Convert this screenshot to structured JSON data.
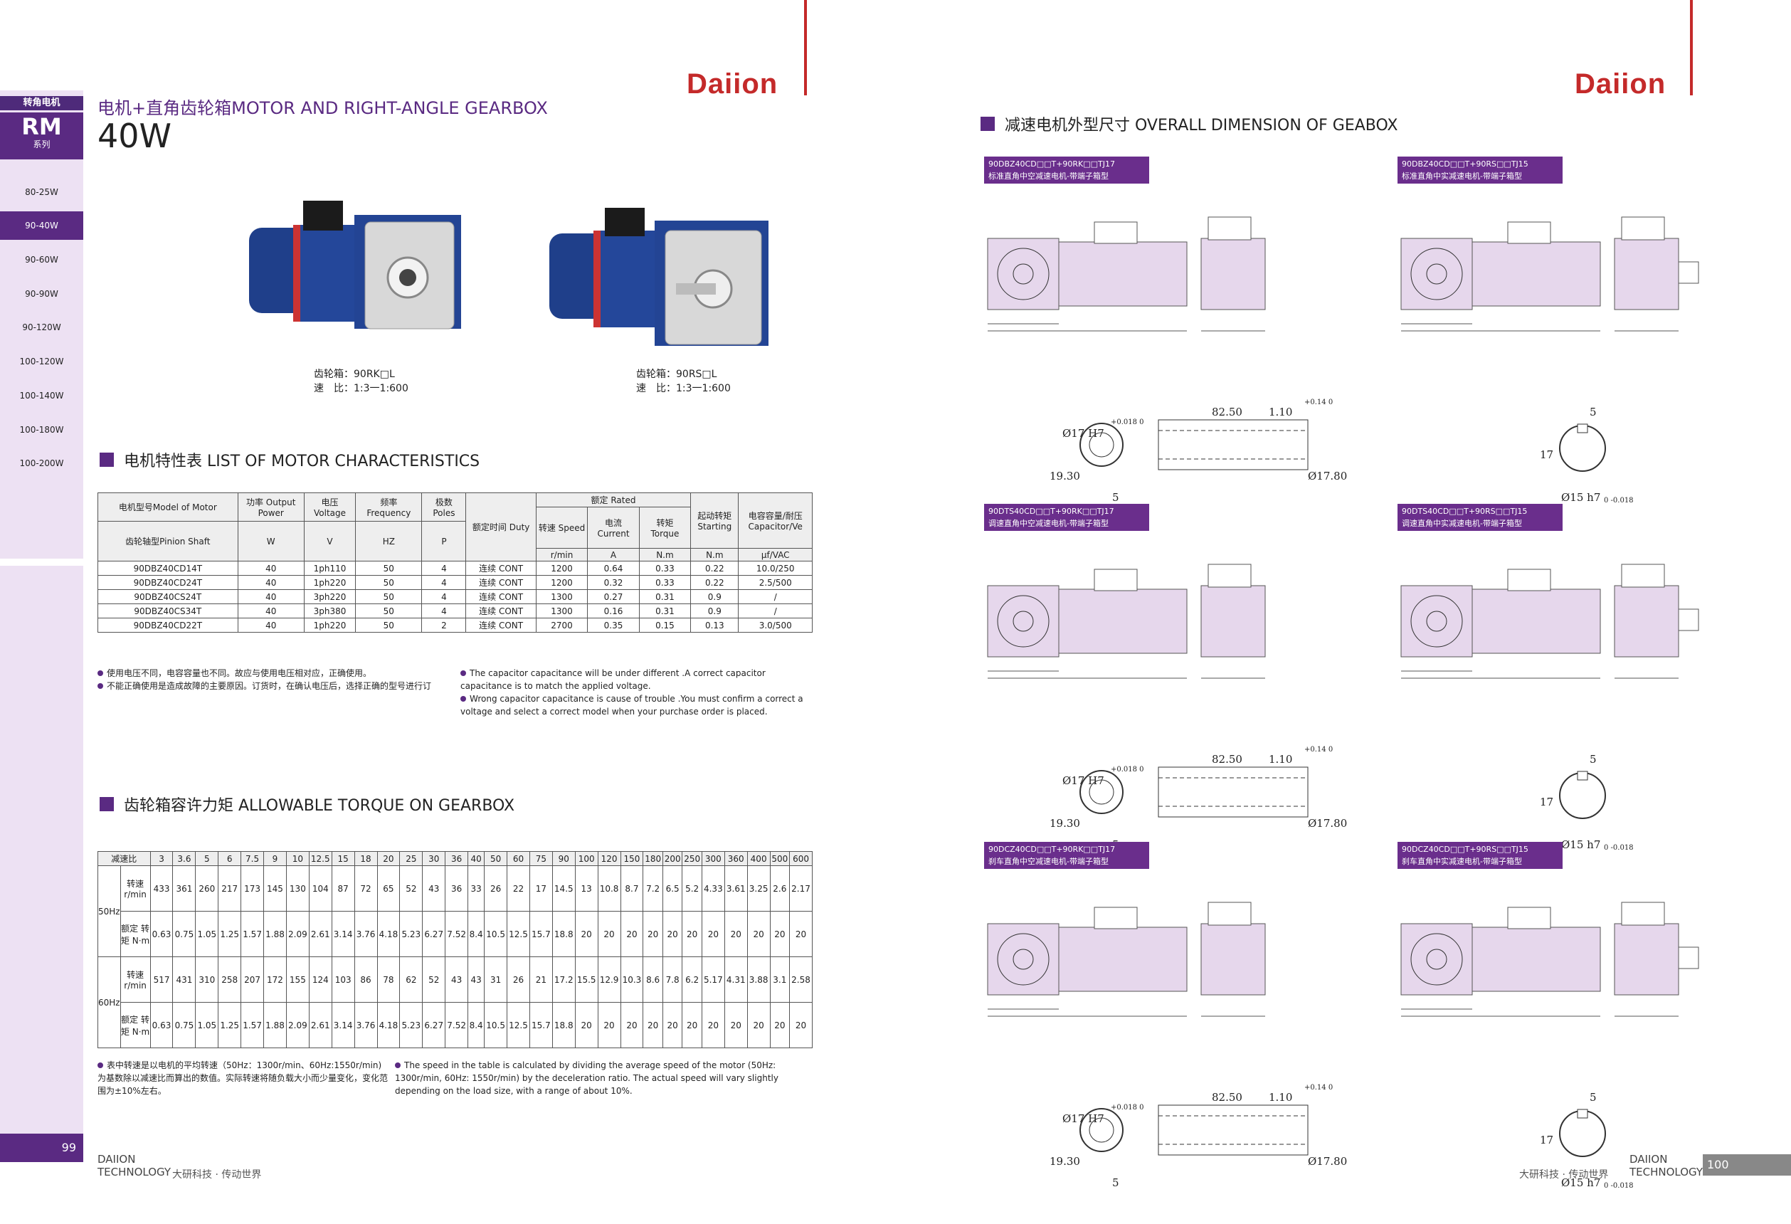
{
  "brand": "Daiion",
  "left_page": {
    "sidebar": {
      "category": "转角电机",
      "series_code": "RM",
      "series_label": "系列",
      "items": [
        "80-25W",
        "90-40W",
        "90-60W",
        "90-90W",
        "90-120W",
        "100-120W",
        "100-140W",
        "100-180W",
        "100-200W"
      ],
      "active_index": 1
    },
    "title": "电机+直角齿轮箱MOTOR AND RIGHT-ANGLE GEARBOX",
    "power": "40W",
    "motor_left_caption": [
      "齿轮箱：90RK□L",
      "速　比：1:3一1:600"
    ],
    "motor_right_caption": [
      "齿轮箱：90RS□L",
      "速　比：1:3一1:600"
    ],
    "section_characteristics": "电机特性表 LIST OF MOTOR CHARACTERISTICS",
    "characteristics": {
      "h_model": "电机型号Model of Motor",
      "h_pinion": "齿轮轴型Pinion Shaft",
      "h_power": "功率 Output Power",
      "h_voltage": "电压 Voltage",
      "h_freq": "频率 Frequency",
      "h_poles": "极数 Poles",
      "h_duty": "额定时间 Duty",
      "h_rated": "额定 Rated",
      "h_speed": "转速 Speed",
      "h_current": "电流 Current",
      "h_torque": "转矩 Torque",
      "h_starting": "起动转矩 Starting",
      "h_cap": "电容容量/耐压 Capacitor/Ve",
      "units": [
        "W",
        "V",
        "HZ",
        "P",
        "r/min",
        "A",
        "N.m",
        "N.m",
        "μf/VAC"
      ],
      "rows": [
        [
          "90DBZ40CD14T",
          "40",
          "1ph110",
          "50",
          "4",
          "连续 CONT",
          "1200",
          "0.64",
          "0.33",
          "0.22",
          "10.0/250"
        ],
        [
          "90DBZ40CD24T",
          "40",
          "1ph220",
          "50",
          "4",
          "连续 CONT",
          "1200",
          "0.32",
          "0.33",
          "0.22",
          "2.5/500"
        ],
        [
          "90DBZ40CS24T",
          "40",
          "3ph220",
          "50",
          "4",
          "连续 CONT",
          "1300",
          "0.27",
          "0.31",
          "0.9",
          "/"
        ],
        [
          "90DBZ40CS34T",
          "40",
          "3ph380",
          "50",
          "4",
          "连续 CONT",
          "1300",
          "0.16",
          "0.31",
          "0.9",
          "/"
        ],
        [
          "90DBZ40CD22T",
          "40",
          "1ph220",
          "50",
          "2",
          "连续 CONT",
          "2700",
          "0.35",
          "0.15",
          "0.13",
          "3.0/500"
        ]
      ]
    },
    "notes_cn": [
      "使用电压不同，电容容量也不同。故应与使用电压相对应，正确使用。",
      "不能正确使用是造成故障的主要原因。订货时，在确认电压后，选择正确的型号进行订"
    ],
    "notes_en": [
      "The capacitor capacitance will be under different .A correct capacitor capacitance is to match the applied voltage.",
      "Wrong capacitor capacitance is cause of trouble .You must confirm a correct a voltage and select a correct model when your purchase order is placed."
    ],
    "section_torque": "齿轮箱容许力矩 ALLOWABLE TORQUE ON GEARBOX",
    "torque": {
      "ratio_label": "减速比",
      "ratios": [
        "3",
        "3.6",
        "5",
        "6",
        "7.5",
        "9",
        "10",
        "12.5",
        "15",
        "18",
        "20",
        "25",
        "30",
        "36",
        "40",
        "50",
        "60",
        "75",
        "90",
        "100",
        "120",
        "150",
        "180",
        "200",
        "250",
        "300",
        "360",
        "400",
        "500",
        "600"
      ],
      "hz50": "50Hz",
      "hz60": "60Hz",
      "speed_label": "转速 r/min",
      "torque_label": "额定 转矩 N·m",
      "speed50": [
        "433",
        "361",
        "260",
        "217",
        "173",
        "145",
        "130",
        "104",
        "87",
        "72",
        "65",
        "52",
        "43",
        "36",
        "33",
        "26",
        "22",
        "17",
        "14.5",
        "13",
        "10.8",
        "8.7",
        "7.2",
        "6.5",
        "5.2",
        "4.33",
        "3.61",
        "3.25",
        "2.6",
        "2.17"
      ],
      "torque50": [
        "0.63",
        "0.75",
        "1.05",
        "1.25",
        "1.57",
        "1.88",
        "2.09",
        "2.61",
        "3.14",
        "3.76",
        "4.18",
        "5.23",
        "6.27",
        "7.52",
        "8.4",
        "10.5",
        "12.5",
        "15.7",
        "18.8",
        "20",
        "20",
        "20",
        "20",
        "20",
        "20",
        "20",
        "20",
        "20",
        "20",
        "20"
      ],
      "speed60": [
        "517",
        "431",
        "310",
        "258",
        "207",
        "172",
        "155",
        "124",
        "103",
        "86",
        "78",
        "62",
        "52",
        "43",
        "43",
        "31",
        "26",
        "21",
        "17.2",
        "15.5",
        "12.9",
        "10.3",
        "8.6",
        "7.8",
        "6.2",
        "5.17",
        "4.31",
        "3.88",
        "3.1",
        "2.58"
      ],
      "torque60": [
        "0.63",
        "0.75",
        "1.05",
        "1.25",
        "1.57",
        "1.88",
        "2.09",
        "2.61",
        "3.14",
        "3.76",
        "4.18",
        "5.23",
        "6.27",
        "7.52",
        "8.4",
        "10.5",
        "12.5",
        "15.7",
        "18.8",
        "20",
        "20",
        "20",
        "20",
        "20",
        "20",
        "20",
        "20",
        "20",
        "20",
        "20"
      ]
    },
    "notes2_cn": "表中转速是以电机的平均转速（50Hz：1300r/min、60Hz:1550r/min)为基数除以减速比而算出的数值。实际转速将随负载大小而少量变化，变化范围为±10%左右。",
    "notes2_en": "The speed in the table is calculated by dividing the average speed of the motor (50Hz: 1300r/min, 60Hz: 1550r/min) by the deceleration ratio. The actual speed will vary slightly depending on the load size, with a range of about 10%.",
    "page_number": "99",
    "footer_en": [
      "DAIION",
      "TECHNOLOGY"
    ],
    "footer_cn": "大研科技 · 传动世界"
  },
  "right_page": {
    "section_dimension": "减速电机外型尺寸 OVERALL DIMENSION OF GEABOX",
    "tags": [
      [
        "90DBZ40CD□□T+90RK□□TJ17",
        "标准直角中空减速电机-带端子箱型"
      ],
      [
        "90DBZ40CD□□T+90RS□□TJ15",
        "标准直角中实减速电机-带端子箱型"
      ],
      [
        "90DTS40CD□□T+90RK□□TJ17",
        "调速直角中空减速电机-带端子箱型"
      ],
      [
        "90DTS40CD□□T+90RS□□TJ15",
        "调速直角中实减速电机-带端子箱型"
      ],
      [
        "90DCZ40CD□□T+90RK□□TJ17",
        "刹车直角中空减速电机-带端子箱型"
      ],
      [
        "90DCZ40CD□□T+90RS□□TJ15",
        "刹车直角中实减速电机-带端子箱型"
      ]
    ],
    "hollow_dims": {
      "bore": "Ø17 H7",
      "tol": "+0.018 0",
      "len": "82.50",
      "d1": "1.10",
      "d1tol": "+0.14 0",
      "h": "19.30",
      "key": "5",
      "od": "Ø17.80"
    },
    "solid_dims": {
      "key": "5",
      "h": "17",
      "d": "Ø15 h7",
      "tol": "0 -0.018"
    },
    "page_number": "100",
    "footer_en": [
      "DAIION",
      "TECHNOLOGY"
    ],
    "footer_cn": "大研科技 · 传动世界"
  }
}
